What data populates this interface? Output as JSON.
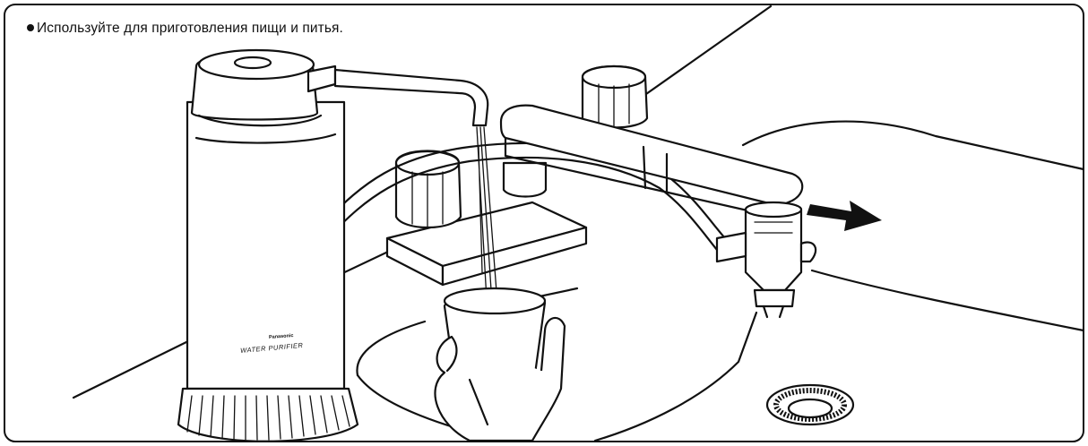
{
  "caption": {
    "text": "Используйте для приготовления пищи и питья."
  },
  "filter_label": {
    "brand": "Panasonic",
    "product": "WATER PURIFIER"
  }
}
